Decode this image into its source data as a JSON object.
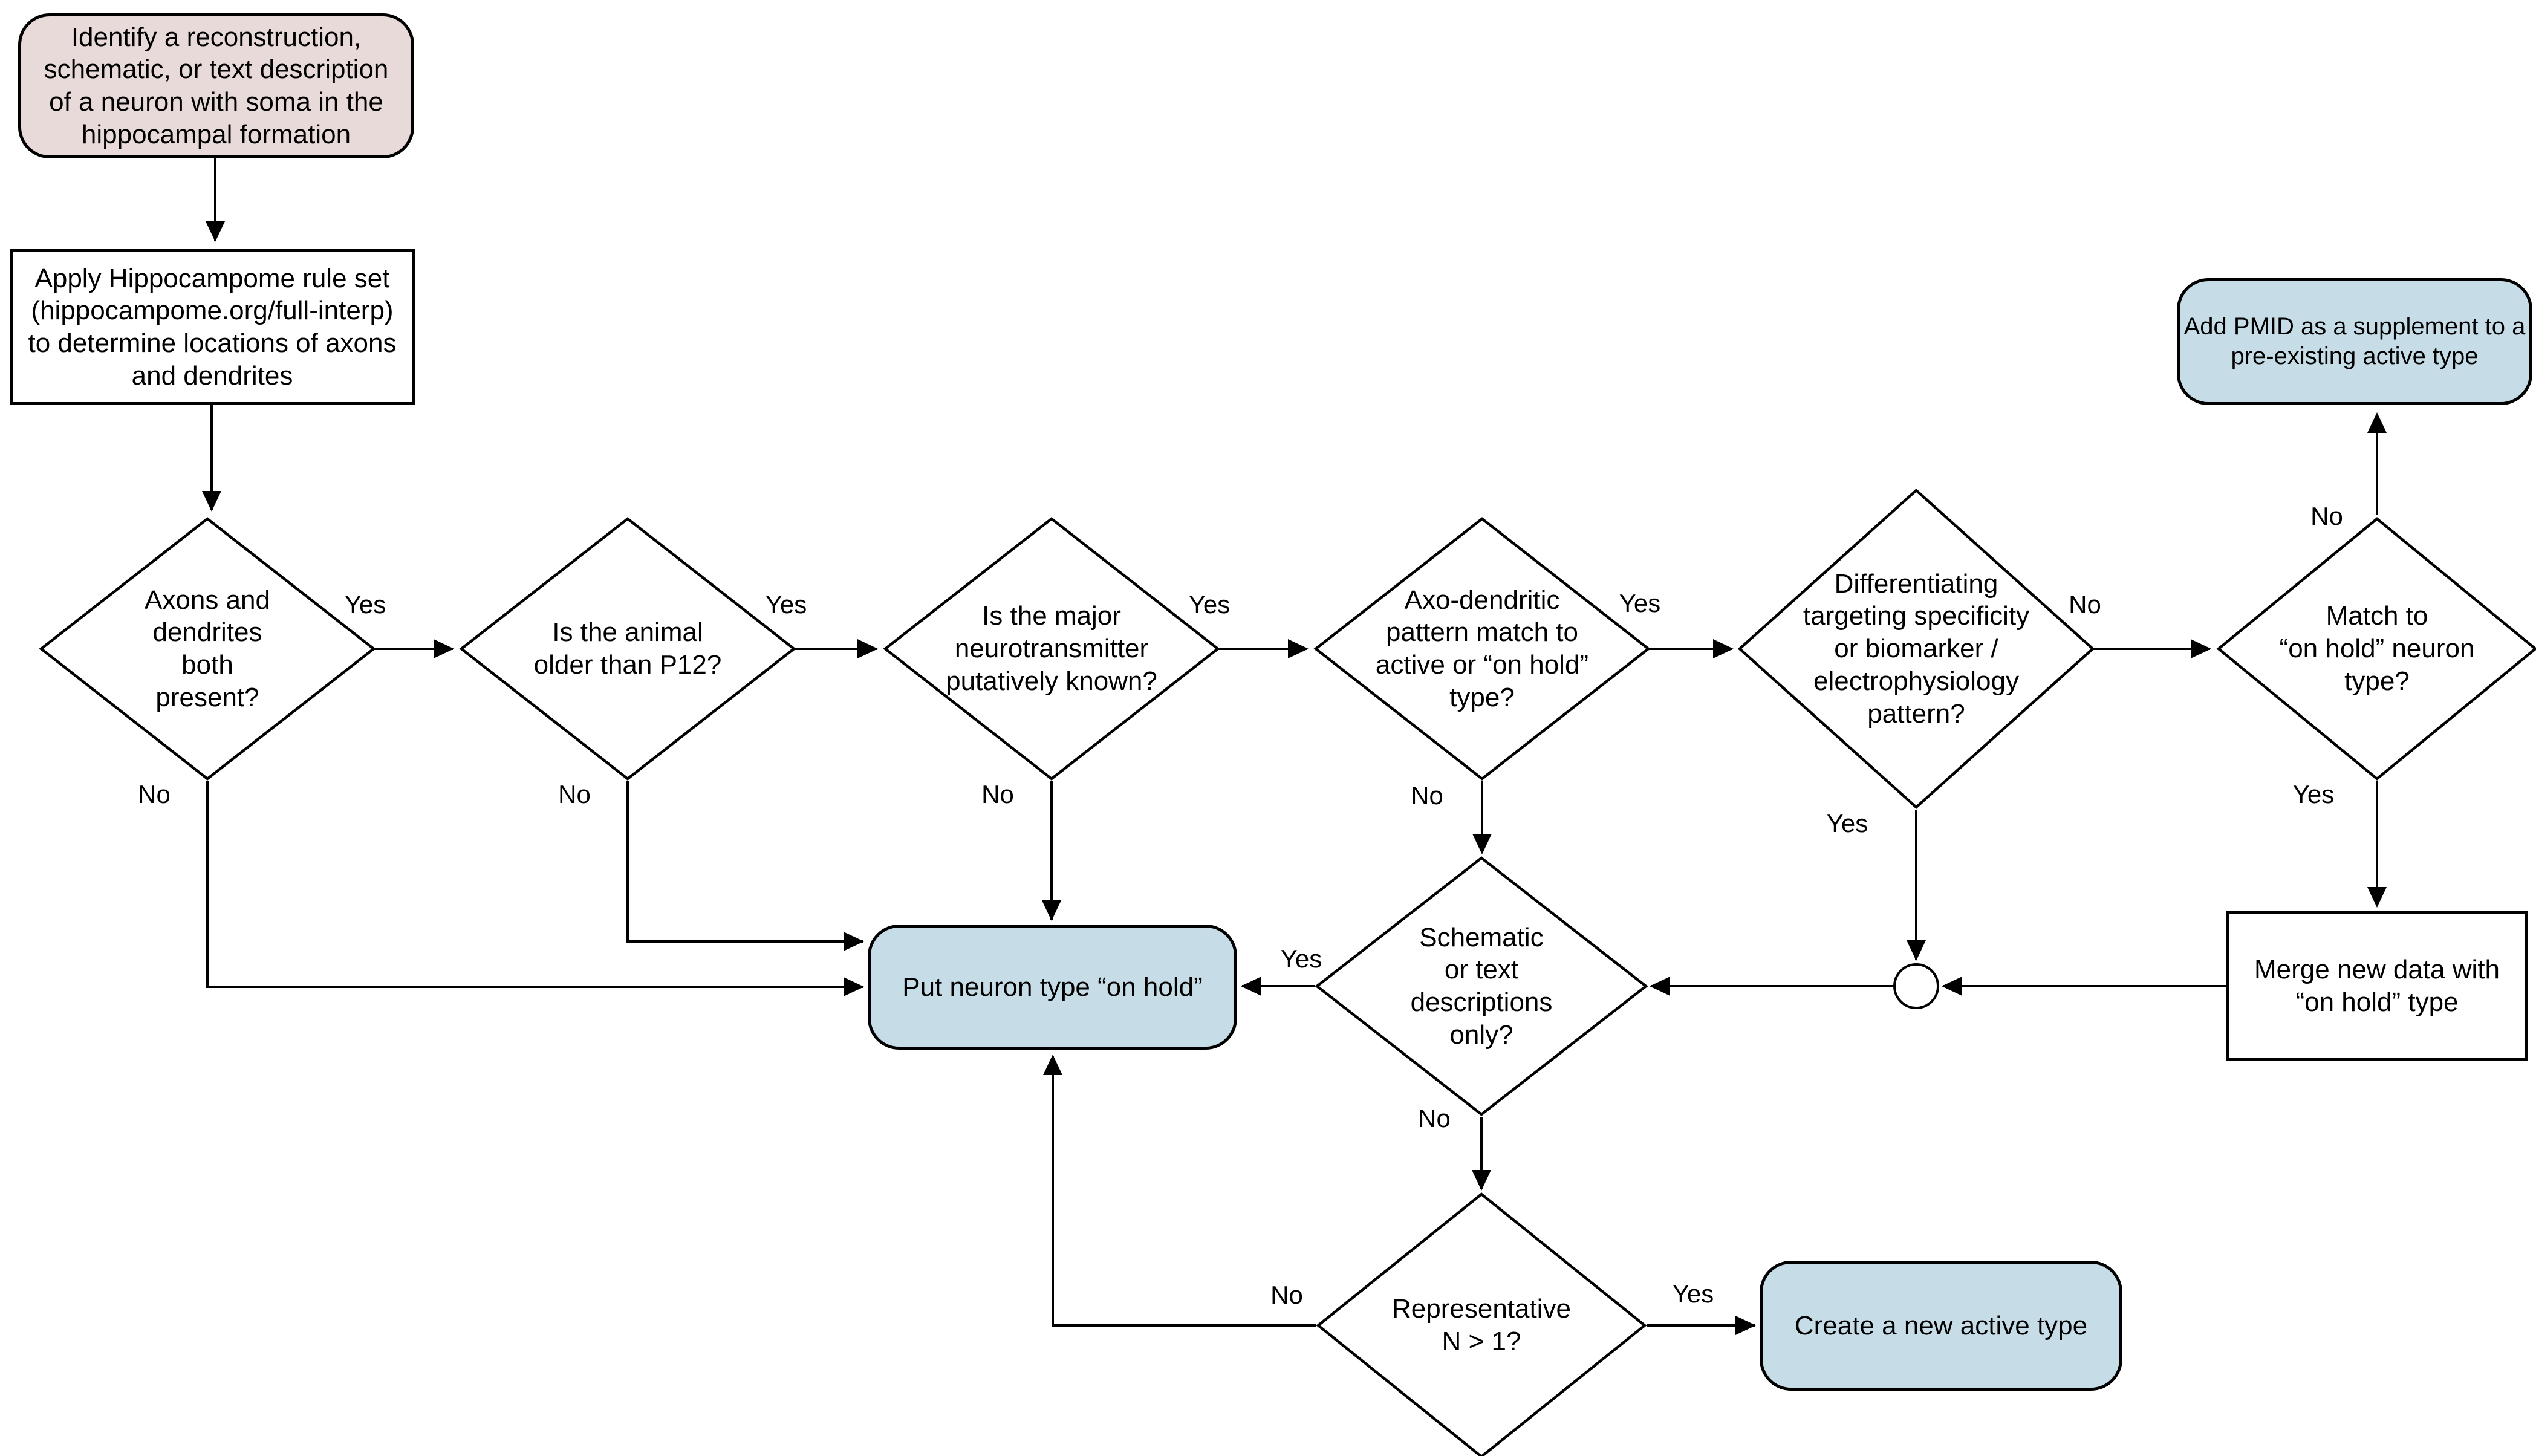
{
  "diagram_title": "Hippocampome neuron type identification flowchart",
  "colors": {
    "background": "#ffffff",
    "start_node_fill": "#E9DADA",
    "terminal_node_fill": "#C6DDE7",
    "process_node_fill": "#ffffff",
    "stroke": "#000000"
  },
  "nodes": {
    "start": {
      "text": "Identify a reconstruction,\nschematic, or text description\nof a neuron with soma in the\nhippocampal formation"
    },
    "rule_set": {
      "text": "Apply Hippocampome rule set\n(hippocampome.org/full-interp)\nto determine locations of axons\nand dendrites"
    },
    "axons_dendrites": {
      "text": "Axons and\ndendrites\nboth\npresent?"
    },
    "animal_age": {
      "text": "Is the animal\nolder than P12?"
    },
    "neurotransmitter": {
      "text": "Is the major\nneurotransmitter\nputatively known?"
    },
    "axo_dendritic": {
      "text": "Axo-dendritic\npattern match to\nactive or “on hold”\ntype?"
    },
    "differentiating": {
      "text": "Differentiating\ntargeting specificity\nor biomarker /\nelectrophysiology\npattern?"
    },
    "match_on_hold": {
      "text": "Match to\n“on hold” neuron\ntype?"
    },
    "add_pmid": {
      "text": "Add PMID as a supplement to a\npre-existing active type"
    },
    "put_on_hold": {
      "text": "Put neuron type “on hold”"
    },
    "schematic_only": {
      "text": "Schematic\nor text\ndescriptions\nonly?"
    },
    "merge_data": {
      "text": "Merge new data with\n“on hold” type"
    },
    "representative": {
      "text": "Representative\nN > 1?"
    },
    "create_active": {
      "text": "Create a new active type"
    }
  },
  "edge_labels": {
    "axons_yes": "Yes",
    "axons_no": "No",
    "age_yes": "Yes",
    "age_no": "No",
    "nt_yes": "Yes",
    "nt_no": "No",
    "axo_yes": "Yes",
    "axo_no": "No",
    "diff_no": "No",
    "diff_yes": "Yes",
    "match_no": "No",
    "match_yes": "Yes",
    "schematic_yes": "Yes",
    "schematic_no": "No",
    "rep_no": "No",
    "rep_yes": "Yes"
  }
}
